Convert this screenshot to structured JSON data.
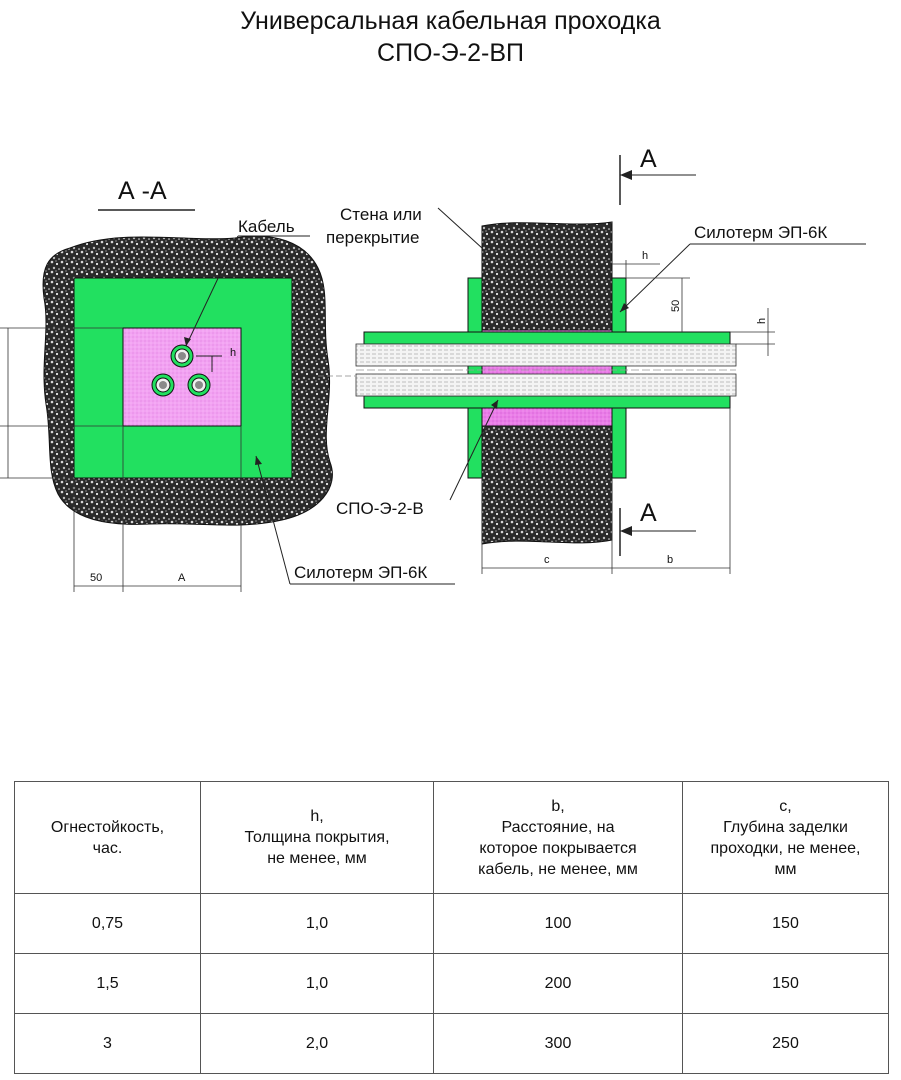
{
  "title": {
    "line1": "Универсальная кабельная проходка",
    "line2": "СПО-Э-2-ВП"
  },
  "diagram": {
    "section_label": "А -А",
    "section_marker": "А",
    "labels": {
      "cable": "Кабель",
      "wall_line1": "Стена или",
      "wall_line2": "перекрытие",
      "coating_left": "Силотерм ЭП-6К",
      "coating_right": "Силотерм ЭП-6К",
      "product": "СПО-Э-2-В"
    },
    "dimensions": {
      "h_front": "h",
      "h_top": "h",
      "h_right": "h",
      "fifty_left": "50",
      "fifty_right": "50",
      "a_width": "А",
      "c": "c",
      "b": "b"
    },
    "colors": {
      "concrete": "#2a2a2a",
      "coating_green": "#22e060",
      "filler_pink": "#f2a2f2",
      "filler_magenta": "#ea7de8",
      "line": "#222222"
    }
  },
  "table": {
    "headers": [
      "Огнестойкость,\nчас.",
      "h,\nТолщина покрытия,\nне менее, мм",
      "b,\nРасстояние, на\nкоторое покрывается\nкабель, не менее, мм",
      "c,\nГлубина заделки\nпроходки, не менее,\nмм"
    ],
    "rows": [
      [
        "0,75",
        "1,0",
        "100",
        "150"
      ],
      [
        "1,5",
        "1,0",
        "200",
        "150"
      ],
      [
        "3",
        "2,0",
        "300",
        "250"
      ]
    ]
  }
}
